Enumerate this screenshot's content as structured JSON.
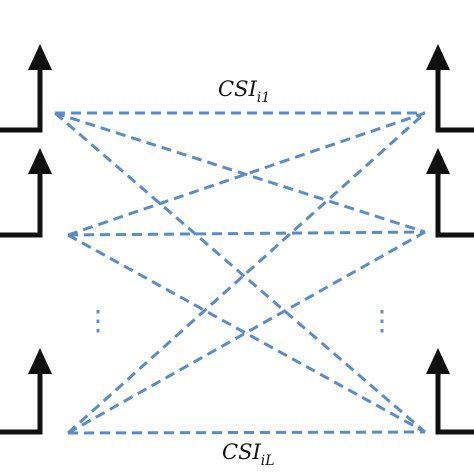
{
  "diagram": {
    "top_label": {
      "main": "CSI",
      "sub": "i1"
    },
    "bottom_label": {
      "main": "CSI",
      "sub": "iL"
    },
    "ellipsis_glyph": "⋮",
    "colors": {
      "link_line": "#5b8cc4",
      "antenna": "#111111",
      "background": "#ffffff"
    },
    "icons": {
      "left_antennas": [
        "antenna-icon",
        "antenna-icon",
        "antenna-icon"
      ],
      "right_antennas": [
        "antenna-icon",
        "antenna-icon",
        "antenna-icon"
      ]
    },
    "line_style": "dashed"
  }
}
